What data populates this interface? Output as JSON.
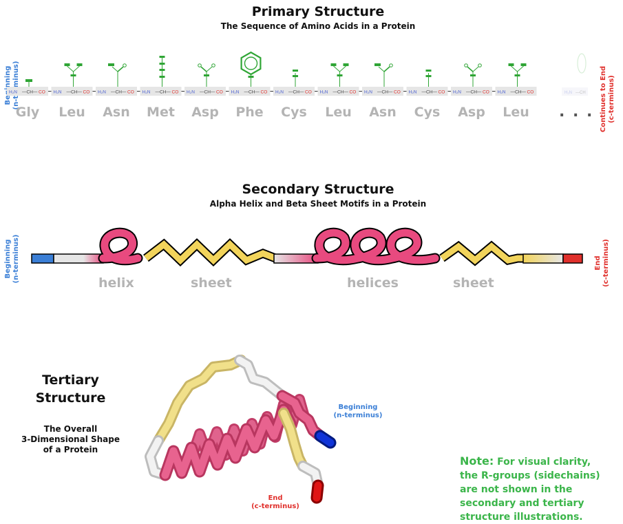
{
  "primary": {
    "title": "Primary Structure",
    "subtitle": "The Sequence of Amino Acids in a Protein",
    "beginning_label": "Beginning",
    "beginning_sub": "(n-terminus)",
    "end_label": "Continues to End",
    "end_sub": "(c-terminus)",
    "ellipsis": ". . .",
    "amino_acids": [
      "Gly",
      "Leu",
      "Asn",
      "Met",
      "Asp",
      "Phe",
      "Cys",
      "Leu",
      "Asn",
      "Cys",
      "Asp",
      "Leu"
    ],
    "backbone_left": "H₂N",
    "backbone_mid": "CH",
    "backbone_right": "CO"
  },
  "secondary": {
    "title": "Secondary Structure",
    "subtitle": "Alpha Helix and Beta Sheet Motifs in a Protein",
    "beginning_label": "Beginning",
    "beginning_sub": "(n-terminus)",
    "end_label": "End",
    "end_sub": "(c-terminus)",
    "labels": {
      "helix": "helix",
      "sheet1": "sheet",
      "helices": "helices",
      "sheet2": "sheet"
    }
  },
  "tertiary": {
    "title_line1": "Tertiary",
    "title_line2": "Structure",
    "desc_line1": "The Overall",
    "desc_line2": "3-Dimensional Shape",
    "desc_line3": "of a Protein",
    "beginning_label": "Beginning",
    "beginning_sub": "(n-terminus)",
    "end_label": "End",
    "end_sub": "(c-terminus)"
  },
  "note": {
    "heading": "Note:",
    "line1": "For visual clarity,",
    "line2": "the R-groups (sidechains)",
    "line3": "are not shown in the",
    "line4": "secondary and tertiary",
    "line5": "structure illustrations."
  },
  "colors": {
    "helix": "#e84a7f",
    "sheet": "#f2d45b",
    "coil": "#e6e6e6",
    "n_terminus": "#3b7fd6",
    "c_terminus": "#e0302c",
    "sidechain": "#2fa535",
    "note": "#3bb54a"
  }
}
